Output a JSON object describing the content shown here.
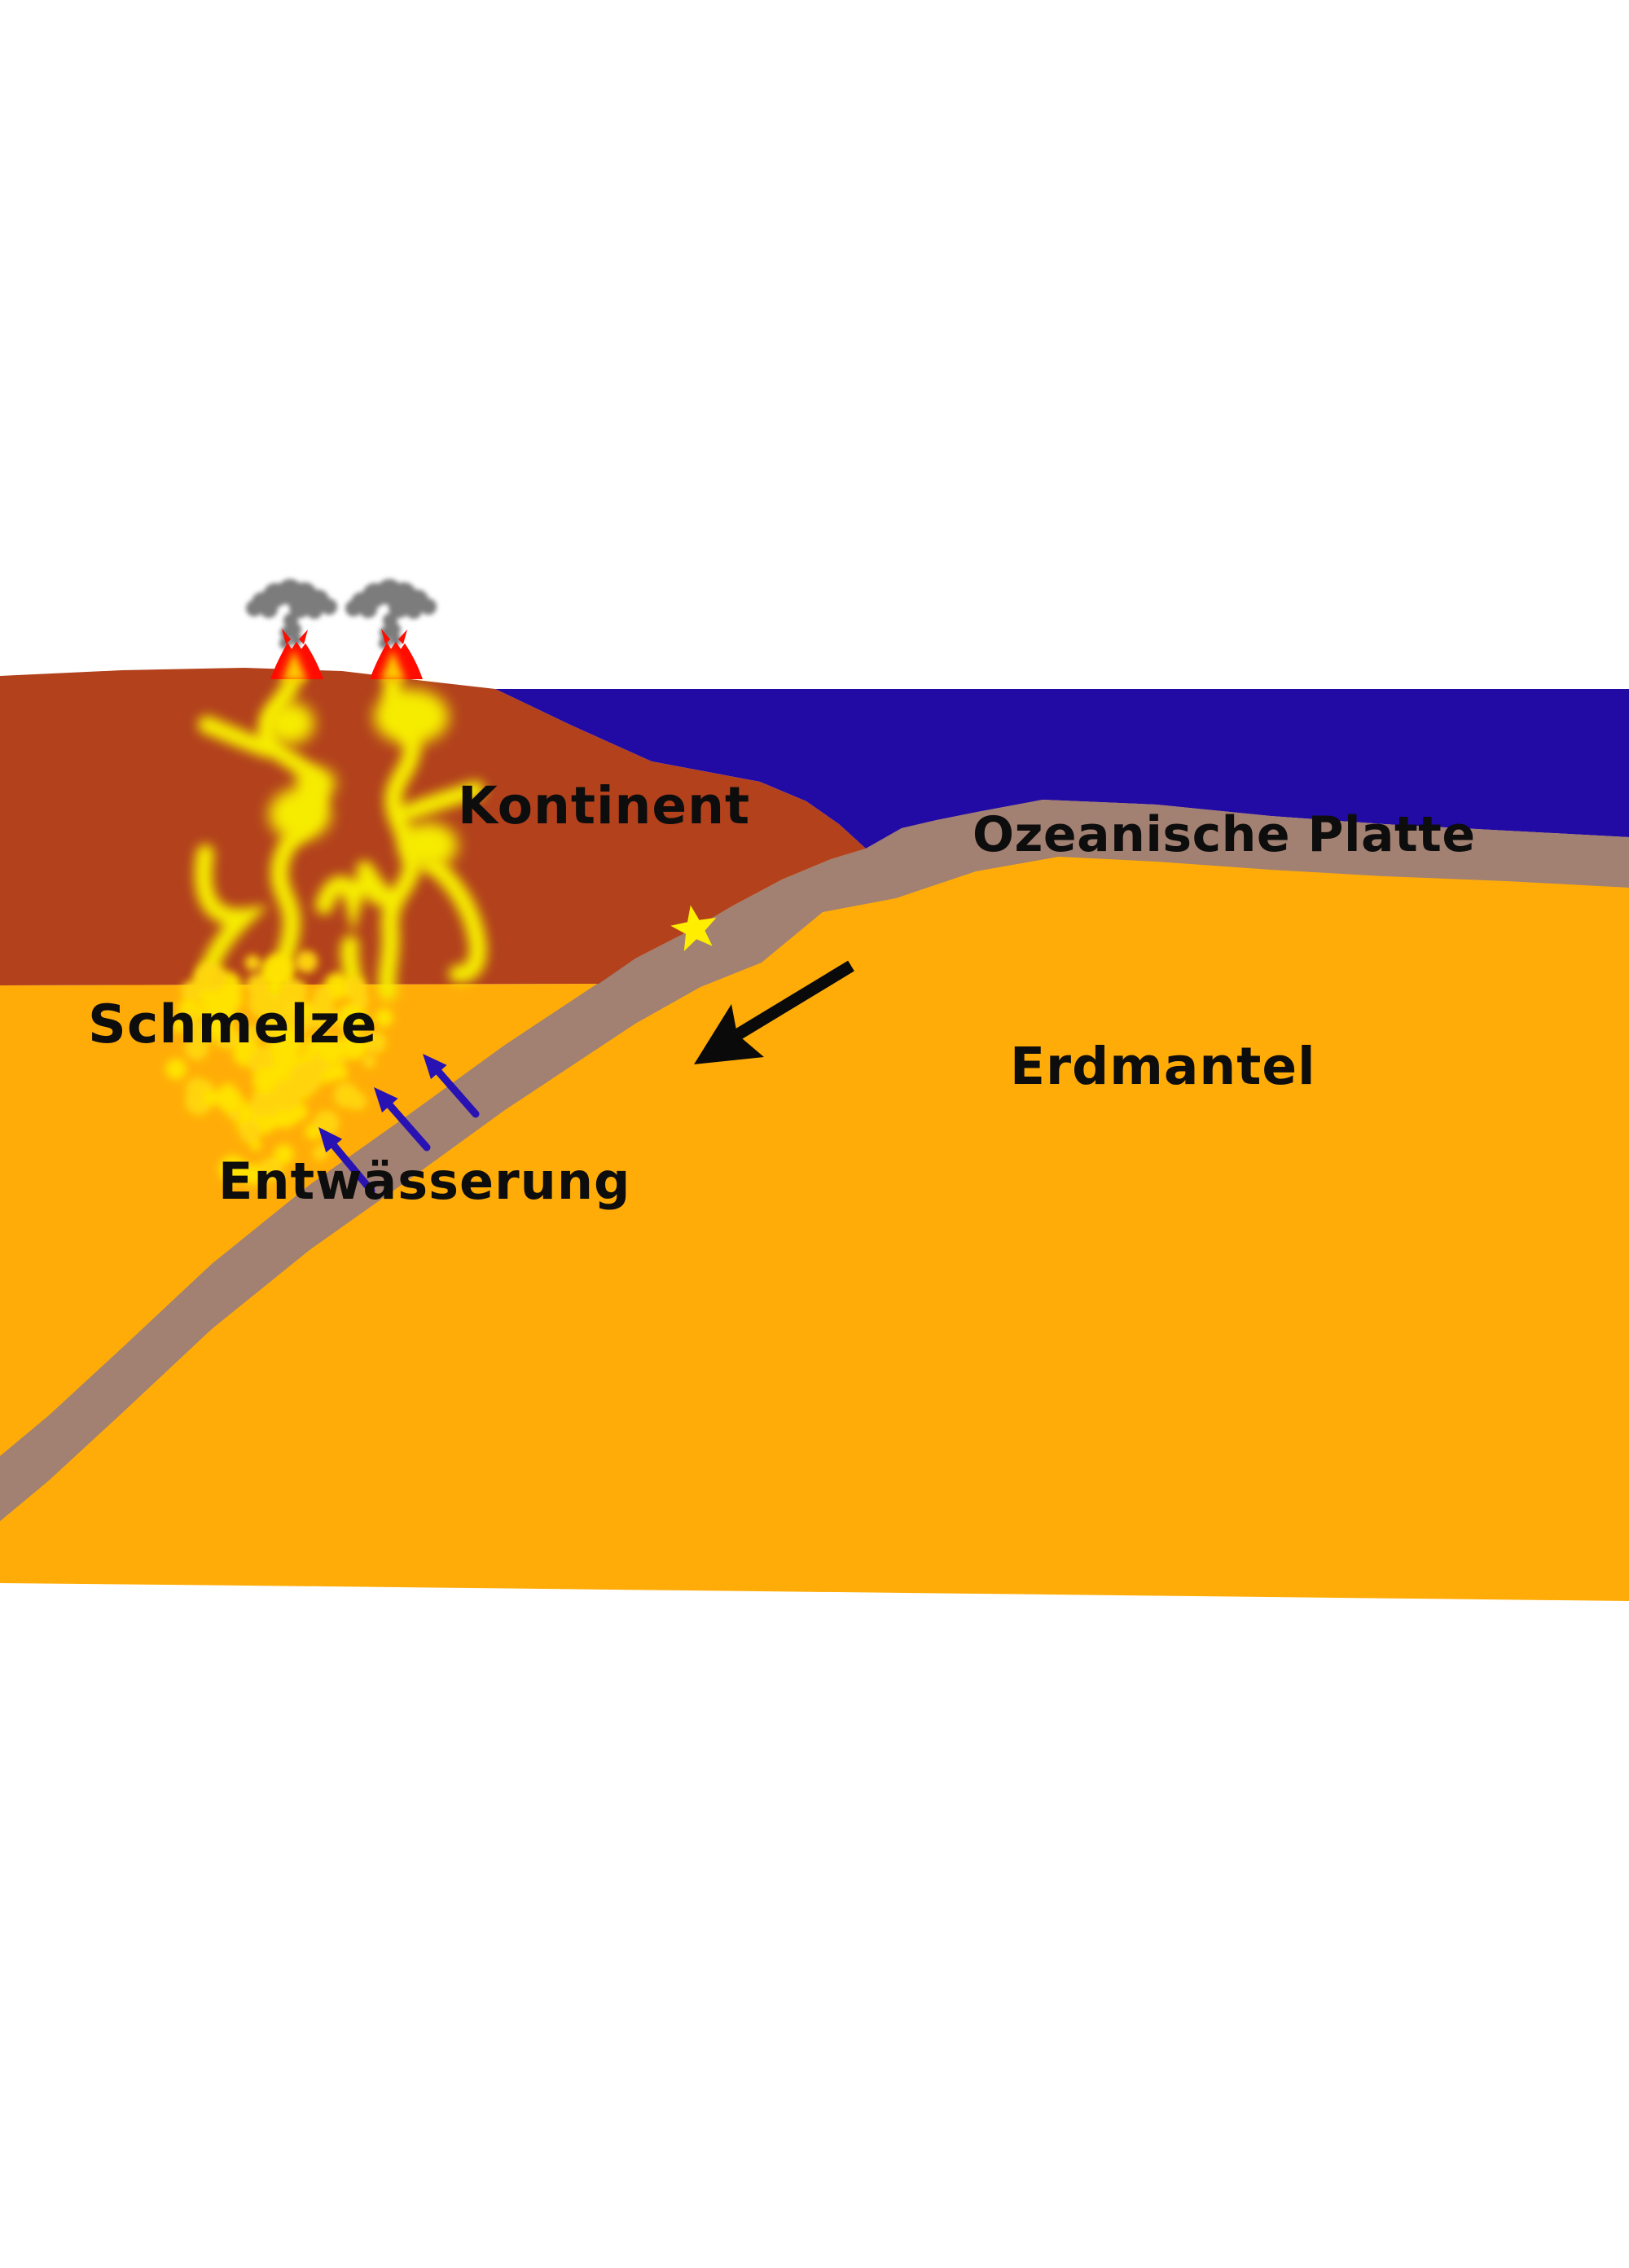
{
  "labels": {
    "kontinent": "Kontinent",
    "ozeanische_platte": "Ozeanische Platte",
    "erdmantel": "Erdmantel",
    "schmelze": "Schmelze",
    "entwaesserung": "Entwässerung"
  },
  "colors": {
    "background": "#FFFFFF",
    "ocean": "#220AA4",
    "continent": "#B2411C",
    "mantle": "#FFAC08",
    "oceanic_plate": "#A28072",
    "magma": "#F6EC00",
    "lava_glow": "#FFC800",
    "melt_dot_a": "#FFE400",
    "melt_dot_b": "#FFD60A",
    "volcano_red": "#FF0B00",
    "smoke": "#7B7B7B",
    "arrow_black": "#0A0A0A",
    "arrow_blue": "#2812B4",
    "star": "#FFEE00",
    "label_text": "#0D0D0D"
  },
  "icons": {
    "volcano_count": 2,
    "volcano": "erupting-volcano-with-ash-cloud",
    "star": "earthquake-star",
    "black_arrow": "plate-motion-arrow",
    "blue_arrows": "dewatering-arrows"
  }
}
